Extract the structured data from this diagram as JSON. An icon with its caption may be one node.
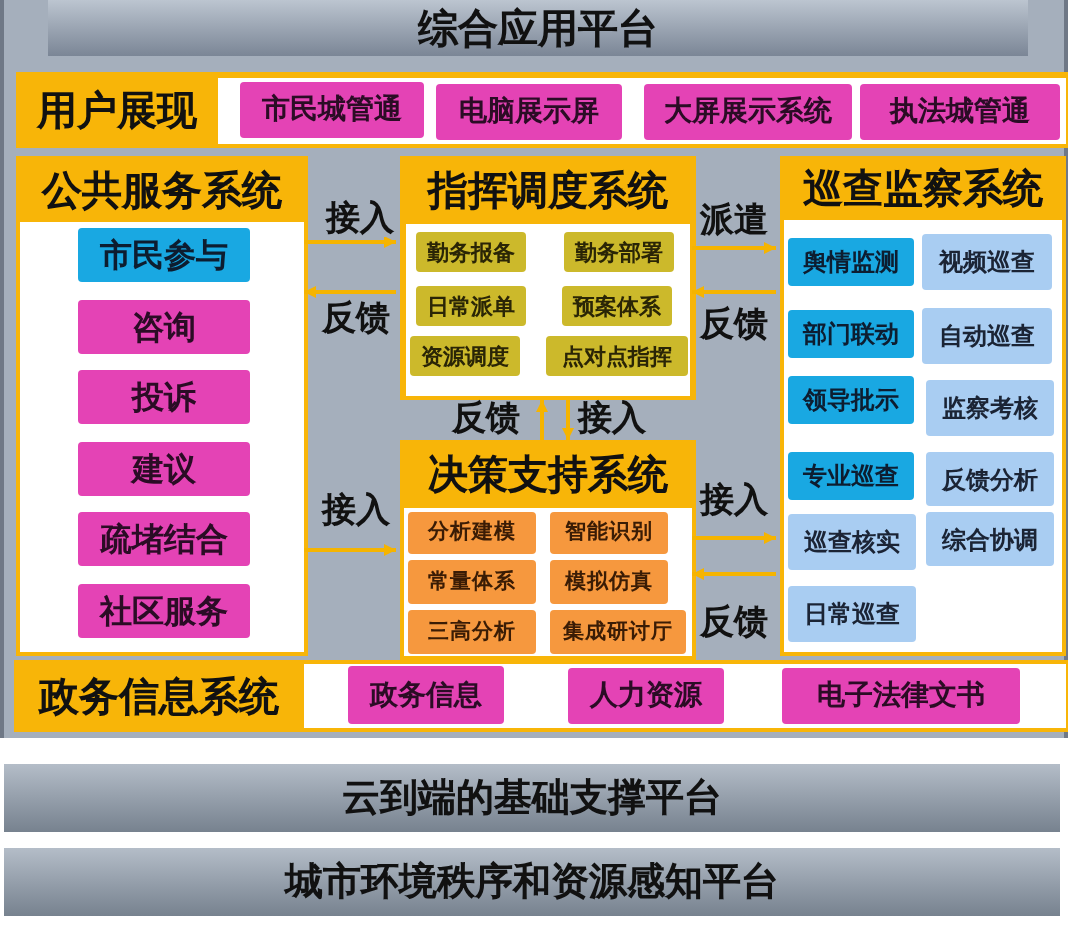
{
  "diagram": {
    "nodes": [
      {
        "text": [
          "综合应用平台"
        ]
      },
      {
        "text": [
          "用户展现"
        ],
        "in": 0
      },
      {
        "text": [
          "市民城管通"
        ],
        "in": 1
      },
      {
        "text": [
          "电脑展示屏"
        ],
        "in": 1
      },
      {
        "text": [
          "大屏展示系统"
        ],
        "in": 1
      },
      {
        "text": [
          "执法城管通"
        ],
        "in": 1
      },
      {
        "text": [
          "公共服务系统"
        ],
        "in": 0
      },
      {
        "text": [
          "市民参与"
        ],
        "in": 6
      },
      {
        "text": [
          "咨询"
        ],
        "in": 6
      },
      {
        "text": [
          "投诉"
        ],
        "in": 6
      },
      {
        "text": [
          "建议"
        ],
        "in": 6
      },
      {
        "text": [
          "疏堵结合"
        ],
        "in": 6
      },
      {
        "text": [
          "社区服务"
        ],
        "in": 6
      },
      {
        "text": [
          "指挥调度系统"
        ],
        "in": 0
      },
      {
        "text": [
          "勤务报备"
        ],
        "in": 13
      },
      {
        "text": [
          "勤务部署"
        ],
        "in": 13
      },
      {
        "text": [
          "日常派单"
        ],
        "in": 13
      },
      {
        "text": [
          "预案体系"
        ],
        "in": 13
      },
      {
        "text": [
          "资源调度"
        ],
        "in": 13
      },
      {
        "text": [
          "点对点指挥"
        ],
        "in": 13
      },
      {
        "text": [
          "巡查监察系统"
        ],
        "in": 0
      },
      {
        "text": [
          "舆情监测"
        ],
        "in": 20
      },
      {
        "text": [
          "视频巡查"
        ],
        "in": 20
      },
      {
        "text": [
          "部门联动"
        ],
        "in": 20
      },
      {
        "text": [
          "自动巡查"
        ],
        "in": 20
      },
      {
        "text": [
          "领导批示"
        ],
        "in": 20
      },
      {
        "text": [
          "监察考核"
        ],
        "in": 20
      },
      {
        "text": [
          "专业巡查"
        ],
        "in": 20
      },
      {
        "text": [
          "反馈分析"
        ],
        "in": 20
      },
      {
        "text": [
          "巡查核实"
        ],
        "in": 20
      },
      {
        "text": [
          "综合协调"
        ],
        "in": 20
      },
      {
        "text": [
          "日常巡查"
        ],
        "in": 20
      },
      {
        "text": [
          "决策支持系统"
        ],
        "in": 0
      },
      {
        "text": [
          "分析建模"
        ],
        "in": 32
      },
      {
        "text": [
          "智能识别"
        ],
        "in": 32
      },
      {
        "text": [
          "常量体系"
        ],
        "in": 32
      },
      {
        "text": [
          "模拟仿真"
        ],
        "in": 32
      },
      {
        "text": [
          "三高分析"
        ],
        "in": 32
      },
      {
        "text": [
          "集成研讨厅"
        ],
        "in": 32
      },
      {
        "text": [
          "政务信息系统"
        ],
        "in": 0
      },
      {
        "text": [
          "政务信息"
        ],
        "in": 39
      },
      {
        "text": [
          "人力资源"
        ],
        "in": 39
      },
      {
        "text": [
          "电子法律文书"
        ],
        "in": 39
      },
      {
        "text": [
          "云到端的基础支撑平台"
        ]
      },
      {
        "text": [
          "城市环境秩序和资源感知平台"
        ]
      }
    ],
    "edges": [
      {
        "from": 6,
        "to": 13,
        "arrow": "to",
        "label": "接入"
      },
      {
        "from": 13,
        "to": 6,
        "arrow": "to",
        "label": "反馈"
      },
      {
        "from": 6,
        "to": 32,
        "arrow": "to",
        "label": "接入"
      },
      {
        "from": 32,
        "to": 13,
        "arrow": "to",
        "label": "反馈"
      },
      {
        "from": 13,
        "to": 32,
        "arrow": "to",
        "label": "接入"
      },
      {
        "from": 13,
        "to": 20,
        "arrow": "to",
        "label": "派遣"
      },
      {
        "from": 20,
        "to": 13,
        "arrow": "to",
        "label": "反馈"
      },
      {
        "from": 32,
        "to": 20,
        "arrow": "to",
        "label": "接入"
      },
      {
        "from": 20,
        "to": 32,
        "arrow": "to",
        "label": "反馈"
      }
    ]
  }
}
